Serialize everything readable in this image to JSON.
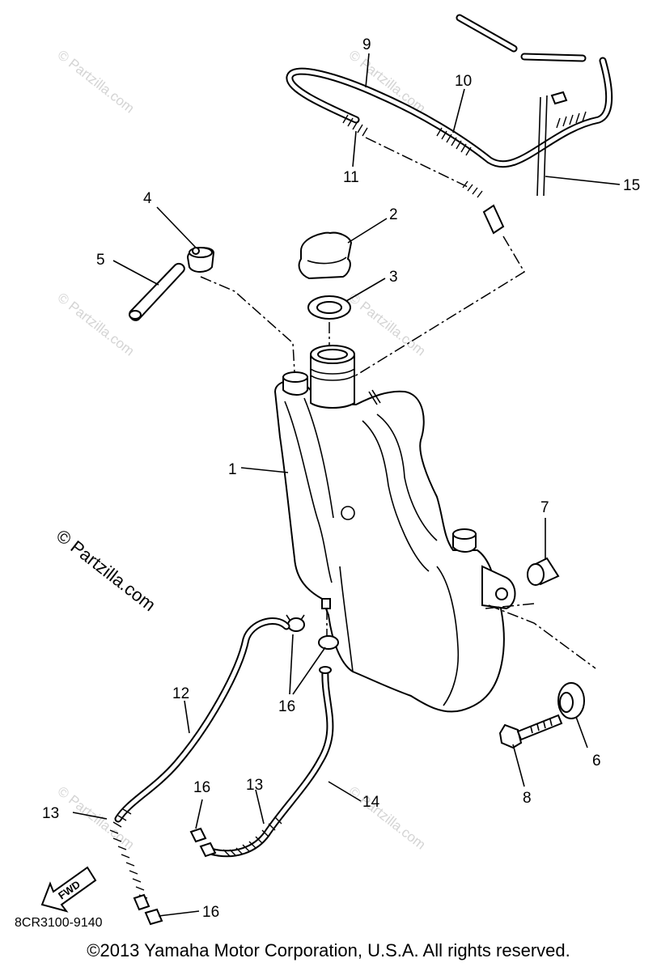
{
  "diagram": {
    "callouts": {
      "p1": "1",
      "p2": "2",
      "p3": "3",
      "p4": "4",
      "p5": "5",
      "p6": "6",
      "p7": "7",
      "p8": "8",
      "p9": "9",
      "p10": "10",
      "p11": "11",
      "p12": "12",
      "p13a": "13",
      "p13b": "13",
      "p14": "14",
      "p15": "15",
      "p16a": "16",
      "p16b": "16",
      "p16c": "16"
    },
    "watermark": "© Partzilla.com",
    "watermark_main": "© Partzilla.com",
    "fwd_label": "FWD",
    "diagram_code": "8CR3100-9140"
  },
  "footer": {
    "copyright": "©2013 Yamaha Motor Corporation, U.S.A. All rights reserved."
  }
}
